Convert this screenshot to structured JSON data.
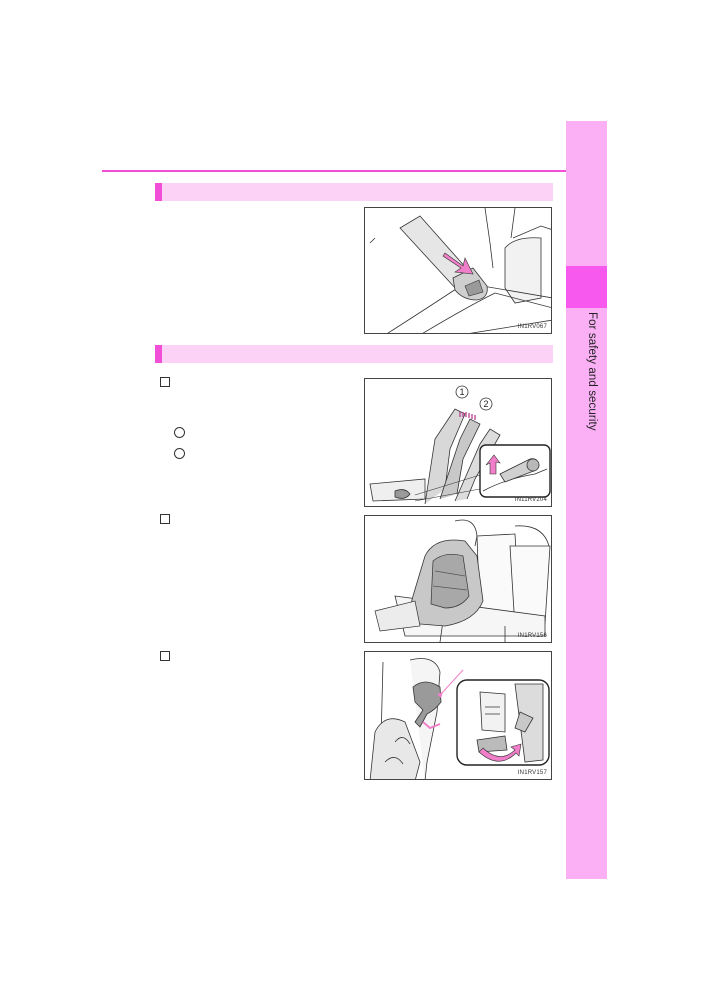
{
  "side_tab": {
    "label": "For safety and security"
  },
  "figures": [
    {
      "code": "IN1RV067"
    },
    {
      "code": "IN11RV204",
      "callouts": [
        "1",
        "2"
      ]
    },
    {
      "code": "IN1RV156"
    },
    {
      "code": "IN1RV157"
    }
  ],
  "colors": {
    "accent": "#f24fd8",
    "tab": "#fbb0f6",
    "tab_active": "#f758ee",
    "section_bar": "#fcd3f7",
    "arrow": "#f07ec8"
  }
}
